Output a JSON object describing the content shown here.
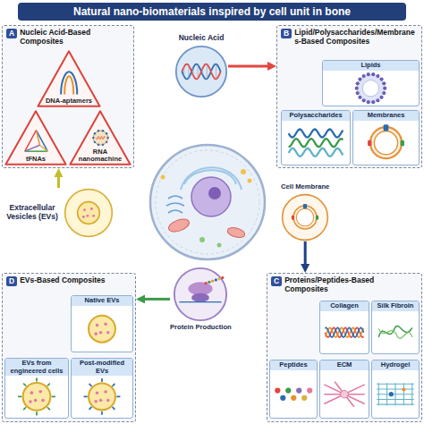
{
  "diagram": {
    "title": "Natural nano-biomaterials inspired by cell unit in bone",
    "nodes": [
      {
        "text": [
          "A",
          "Nucleic Acid-Based Composites"
        ]
      },
      {
        "text": [
          "DNA-aptamers"
        ],
        "in": 0
      },
      {
        "text": [
          "tFNAs"
        ],
        "in": 0
      },
      {
        "text": [
          "RNA nanomachine"
        ],
        "in": 0
      },
      {
        "text": [
          "B",
          "Lipid/Polysaccharides/Membranes-Based Composites"
        ]
      },
      {
        "text": [
          "Lipids"
        ],
        "in": 4
      },
      {
        "text": [
          "Polysaccharides"
        ],
        "in": 4
      },
      {
        "text": [
          "Membranes"
        ],
        "in": 4
      },
      {
        "text": [
          "Nucleic Acid"
        ]
      },
      {
        "text": [
          "Cell Membrane"
        ]
      },
      {
        "text": [
          "Protein Production"
        ]
      },
      {
        "text": [
          "Extracellular Vesicles (EVs)"
        ]
      },
      {
        "text": [
          "C",
          "Proteins/Peptides-Based Composites"
        ]
      },
      {
        "text": [
          "Collagen"
        ],
        "in": 12
      },
      {
        "text": [
          "Silk Fibroin"
        ],
        "in": 12
      },
      {
        "text": [
          "Peptides"
        ],
        "in": 12
      },
      {
        "text": [
          "ECM"
        ],
        "in": 12
      },
      {
        "text": [
          "Hydrogel"
        ],
        "in": 12
      },
      {
        "text": [
          "D",
          "EVs-Based Composites"
        ]
      },
      {
        "text": [
          "Native EVs"
        ],
        "in": 18
      },
      {
        "text": [
          "EVs from engineered cells"
        ],
        "in": 18
      },
      {
        "text": [
          "Post-modified EVs"
        ],
        "in": 18
      }
    ],
    "edges": [
      {
        "from": 8,
        "to": 4,
        "arrow": "to"
      },
      {
        "from": 9,
        "to": 12,
        "arrow": "to"
      },
      {
        "from": 10,
        "to": 18,
        "arrow": "to"
      },
      {
        "from": 11,
        "to": 0,
        "arrow": "to"
      }
    ]
  }
}
